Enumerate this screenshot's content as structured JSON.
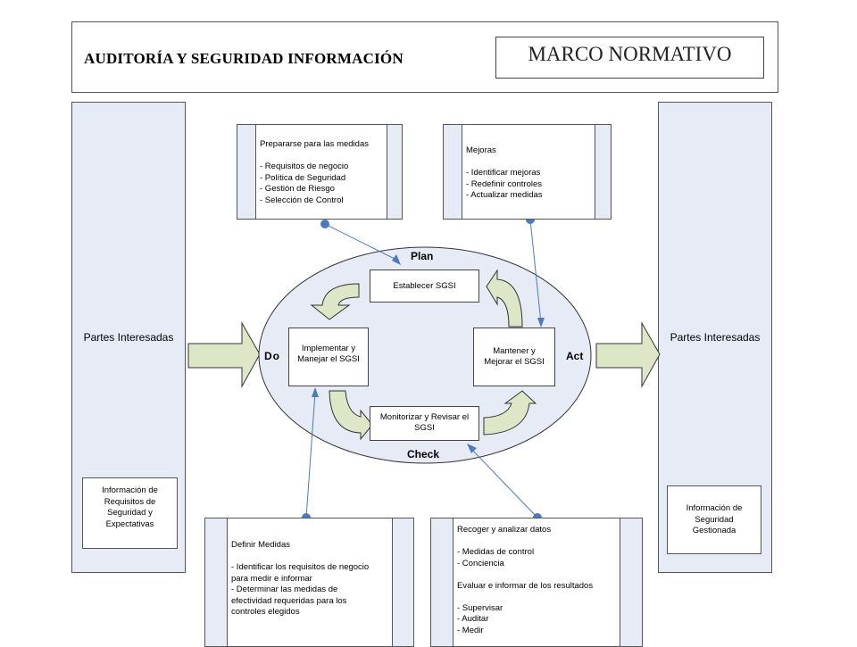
{
  "header": {
    "title": "AUDITORÍA Y SEGURIDAD INFORMACIÓN",
    "badge": "MARCO NORMATIVO"
  },
  "sides": {
    "left_label": "Partes Interesadas",
    "right_label": "Partes Interesadas",
    "left_info": [
      "Información de",
      "Requisitos de",
      "Seguridad y",
      "Expectativas"
    ],
    "right_info": [
      "Información de",
      "Seguridad",
      "Gestionada"
    ]
  },
  "cycle": {
    "plan": "Plan",
    "do": "Do",
    "check": "Check",
    "act": "Act",
    "establecer": "Establecer SGSI",
    "implementar": [
      "Implementar y",
      "Manejar el SGSI"
    ],
    "mantener": [
      "Mantener y",
      "Mejorar el SGSI"
    ],
    "monitorizar": [
      "Monitorizar y Revisar el",
      "SGSI"
    ]
  },
  "boxes": {
    "preparar": [
      "Prepararse para las medidas",
      "",
      "- Requisitos de negocio",
      "- Política de Seguridad",
      "- Gestión de Riesgo",
      "- Selección de Control"
    ],
    "mejoras": [
      "Mejoras",
      "",
      "- Identificar mejoras",
      "- Redefinir controles",
      "- Actualizar medidas"
    ],
    "definir": [
      "Definir Medidas",
      "",
      "- Identificar los requisitos de negocio",
      "para medir e informar",
      "- Determinar las medidas de",
      "efectividad requeridas para los",
      "controles elegidos"
    ],
    "recoger": [
      "Recoger y analizar datos",
      "",
      "- Medidas de control",
      "- Conciencia",
      "",
      "Evaluar e informar de los resultados",
      "",
      "- Supervisar",
      "- Auditar",
      "- Medir"
    ]
  },
  "colors": {
    "panel_fill": "#e6ebf5",
    "arrow_fill": "#dde7c8",
    "connector": "#4a7bbf",
    "dot": "#4a7bbf"
  }
}
